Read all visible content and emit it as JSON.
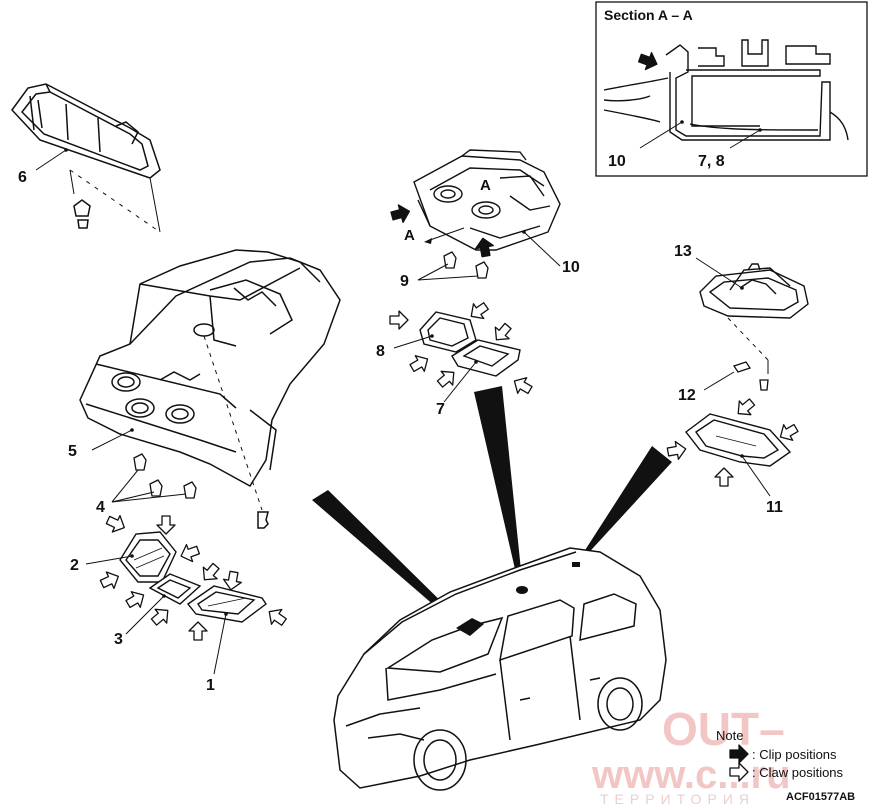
{
  "section_title": "Section A – A",
  "section_callouts": {
    "part10": "10",
    "part78": "7, 8"
  },
  "part_numbers": {
    "p1": "1",
    "p2": "2",
    "p3": "3",
    "p4": "4",
    "p5": "5",
    "p6": "6",
    "p7": "7",
    "p8": "8",
    "p9": "9",
    "p10": "10",
    "p11": "11",
    "p12": "12",
    "p13": "13"
  },
  "section_marks": {
    "a1": "A",
    "a2": "A"
  },
  "note": {
    "title": "Note",
    "clip_positions": ": Clip positions",
    "claw_positions": ": Claw positions"
  },
  "figure_code": "ACF01577AB",
  "watermark": {
    "line1": "OUT–",
    "line2": "www.c...ru",
    "line3": "ТЕРРИТОРИЯ"
  },
  "colors": {
    "line": "#111111",
    "pointer": "#111111",
    "watermark": "#f3c6c6",
    "background": "#ffffff"
  },
  "icons": {
    "clip_arrow": "solid-arrow-icon",
    "claw_arrow": "hollow-arrow-icon"
  }
}
